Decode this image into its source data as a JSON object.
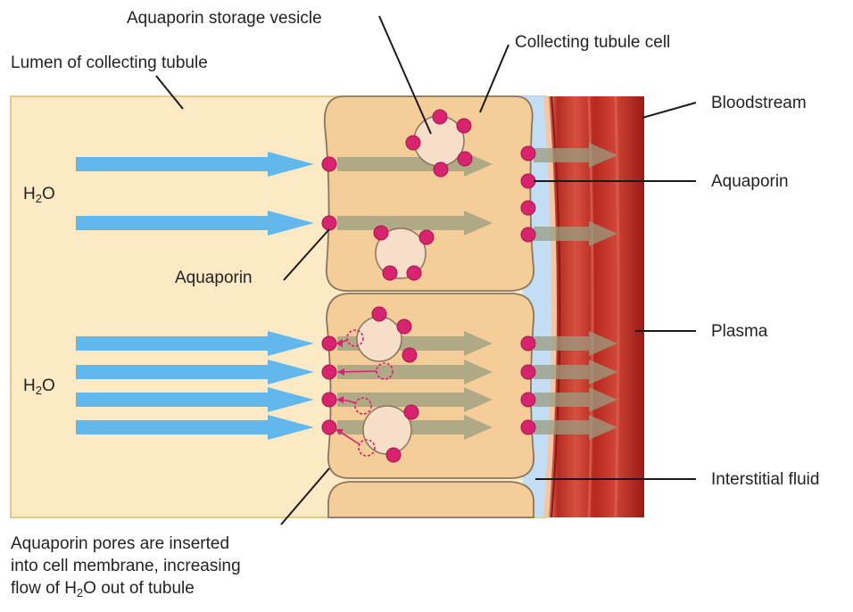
{
  "labels": {
    "storage_vesicle": "Aquaporin storage vesicle",
    "collecting_tubule_cell": "Collecting tubule cell",
    "lumen": "Lumen of collecting tubule",
    "bloodstream": "Bloodstream",
    "aquaporin_right": "Aquaporin",
    "aquaporin_left": "Aquaporin",
    "plasma": "Plasma",
    "interstitial_fluid": "Interstitial fluid",
    "water_top": {
      "main": "H",
      "sub": "2",
      "tail": "O"
    },
    "water_bottom": {
      "main": "H",
      "sub": "2",
      "tail": "O"
    }
  },
  "footnote": {
    "line1": "Aquaporin pores are inserted",
    "line2": "into cell membrane, increasing",
    "line3_pre": "flow of H",
    "line3_sub": "2",
    "line3_post": "O out of tubule"
  },
  "colors": {
    "lumen": "#fdeac4",
    "cell": "#f4cd98",
    "cell_border": "#8a7560",
    "interstitial": "#c3def4",
    "vessel_dark": "#a8201b",
    "vessel_mid": "#c9392c",
    "aquaporin": "#d8236e",
    "water_arrow": "#62b8ec",
    "transit_arrow": "#9a9d80",
    "vesicle": "#f6dec8"
  }
}
